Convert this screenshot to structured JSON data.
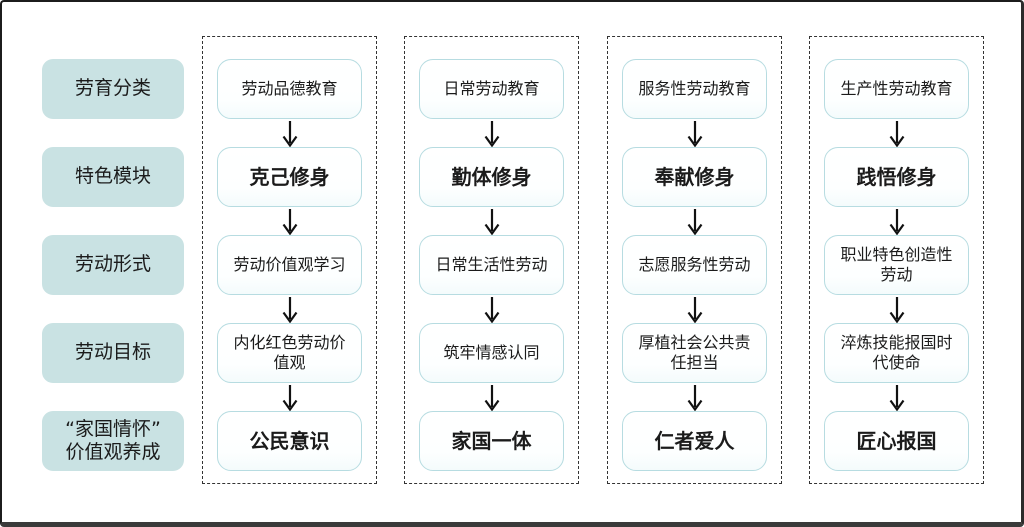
{
  "diagram": {
    "row_labels": [
      {
        "text": "劳育分类"
      },
      {
        "text": "特色模块"
      },
      {
        "text": "劳动形式"
      },
      {
        "text": "劳动目标"
      },
      {
        "text": "“家国情怀”\n价值观养成"
      }
    ],
    "columns": [
      {
        "steps": [
          {
            "text": "劳动品德教育",
            "emphasis": false
          },
          {
            "text": "克己修身",
            "emphasis": true
          },
          {
            "text": "劳动价值观学习",
            "emphasis": false
          },
          {
            "text": "内化红色劳动价\n值观",
            "emphasis": false
          },
          {
            "text": "公民意识",
            "emphasis": true
          }
        ]
      },
      {
        "steps": [
          {
            "text": "日常劳动教育",
            "emphasis": false
          },
          {
            "text": "勤体修身",
            "emphasis": true
          },
          {
            "text": "日常生活性劳动",
            "emphasis": false
          },
          {
            "text": "筑牢情感认同",
            "emphasis": false
          },
          {
            "text": "家国一体",
            "emphasis": true
          }
        ]
      },
      {
        "steps": [
          {
            "text": "服务性劳动教育",
            "emphasis": false
          },
          {
            "text": "奉献修身",
            "emphasis": true
          },
          {
            "text": "志愿服务性劳动",
            "emphasis": false
          },
          {
            "text": "厚植社会公共责\n任担当",
            "emphasis": false
          },
          {
            "text": "仁者爱人",
            "emphasis": true
          }
        ]
      },
      {
        "steps": [
          {
            "text": "生产性劳动教育",
            "emphasis": false
          },
          {
            "text": "践悟修身",
            "emphasis": true
          },
          {
            "text": "职业特色创造性\n劳动",
            "emphasis": false
          },
          {
            "text": "淬炼技能报国时\n代使命",
            "emphasis": false
          },
          {
            "text": "匠心报国",
            "emphasis": true
          }
        ]
      }
    ],
    "colors": {
      "label_fill": "#c9e2e3",
      "box_border": "#b7dce1",
      "box_fill": "#ffffff",
      "dashed_border": "#333333",
      "text": "#1b1b1b",
      "arrow": "#111111"
    }
  }
}
